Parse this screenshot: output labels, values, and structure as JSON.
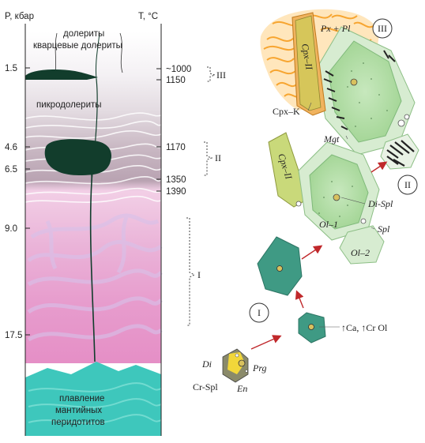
{
  "axis": {
    "p_title": "P, кбар",
    "t_title": "T, °C",
    "pressure_ticks": [
      "1.5",
      "4.6",
      "6.5",
      "9.0",
      "17.5"
    ],
    "temperature_ticks": [
      "~1000",
      "1150",
      "1170",
      "1350",
      "1390"
    ]
  },
  "column": {
    "dolerity": "долериты",
    "kvarc_dolerity": "кварцевые долериты",
    "pikrodolerity": "пикродолериты",
    "melting": [
      "плавление",
      "мантийных",
      "перидотитов"
    ]
  },
  "stages": {
    "one": "I",
    "two": "II",
    "three": "III"
  },
  "minerals": {
    "px_pl": "Px + Pl",
    "cpx_ii_top": "Cpx–II",
    "cpx_k": "Cpx–K",
    "mgt": "Mgt",
    "cpx_ii_mid": "Cpx–II",
    "di_spl": "Di-Spl",
    "ol_1": "Ol–1",
    "spl": "Spl",
    "ol_2": "Ol–2",
    "ca_cr_ol": "↑Ca, ↑Cr Ol",
    "di": "Di",
    "prg": "Prg",
    "cr_spl": "Cr-Spl",
    "en": "En"
  },
  "colors": {
    "sill_dark": "#123d2c",
    "mantle_teal": "#3ec7bc",
    "pink": "#e9a7d3",
    "crystal_teal": "#3f9a84",
    "crystal_light": "#b6dfae",
    "cpx_green": "#c9d97a",
    "orange": "#f7a530",
    "arrow_red": "#c0282b"
  }
}
